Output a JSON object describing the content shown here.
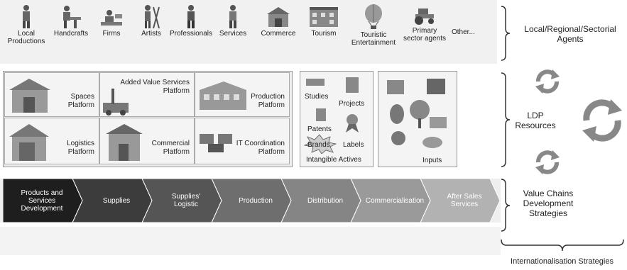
{
  "agents": [
    {
      "label": "Local\nProductions",
      "icon": "worker-icon"
    },
    {
      "label": "Handcrafts",
      "icon": "craftsman-icon"
    },
    {
      "label": "Firms",
      "icon": "factory-worker-icon"
    },
    {
      "label": "Artists",
      "icon": "painter-icon"
    },
    {
      "label": "Professionals",
      "icon": "professional-icon"
    },
    {
      "label": "Services",
      "icon": "service-person-icon"
    },
    {
      "label": "Commerce",
      "icon": "shop-icon"
    },
    {
      "label": "Tourism",
      "icon": "hotel-icon"
    },
    {
      "label": "Touristic\nEntertainment",
      "icon": "balloon-icon"
    },
    {
      "label": "Primary\nsector agents",
      "icon": "tractor-icon"
    },
    {
      "label": "Other...",
      "icon": ""
    }
  ],
  "right_labels": {
    "agents": "Local/Regional/Sectorial\nAgents",
    "ldp": "LDP\nResources",
    "value_chains": "Value Chains\nDevelopment\nStrategies",
    "internationalisation": "Internationalisation Strategies"
  },
  "platforms": [
    {
      "label": "Spaces\nPlatform",
      "icon": "barn-icon"
    },
    {
      "label": "Added Value Services\nPlatform",
      "icon": "machinery-icon"
    },
    {
      "label": "Production\nPlatform",
      "icon": "factory-building-icon"
    },
    {
      "label": "Logistics\nPlatform",
      "icon": "warehouse-icon"
    },
    {
      "label": "Commercial\nPlatform",
      "icon": "store-building-icon"
    },
    {
      "label": "IT Coordination\nPlatform",
      "icon": "computers-icon"
    }
  ],
  "intangible": {
    "title": "Intangible Actives",
    "items": [
      "Studies",
      "Projects",
      "Patents",
      "Brands",
      "Labels"
    ]
  },
  "inputs": {
    "title": "Inputs"
  },
  "value_chain": [
    {
      "label": "Products and\nServices\nDevelopment",
      "color": "#1e1e1e"
    },
    {
      "label": "Supplies",
      "color": "#3c3c3c"
    },
    {
      "label": "Supplies'\nLogistic",
      "color": "#555555"
    },
    {
      "label": "Production",
      "color": "#6e6e6e"
    },
    {
      "label": "Distribution",
      "color": "#858585"
    },
    {
      "label": "Commercialisation",
      "color": "#9a9a9a"
    },
    {
      "label": "After Sales\nServices",
      "color": "#b2b2b2"
    }
  ]
}
